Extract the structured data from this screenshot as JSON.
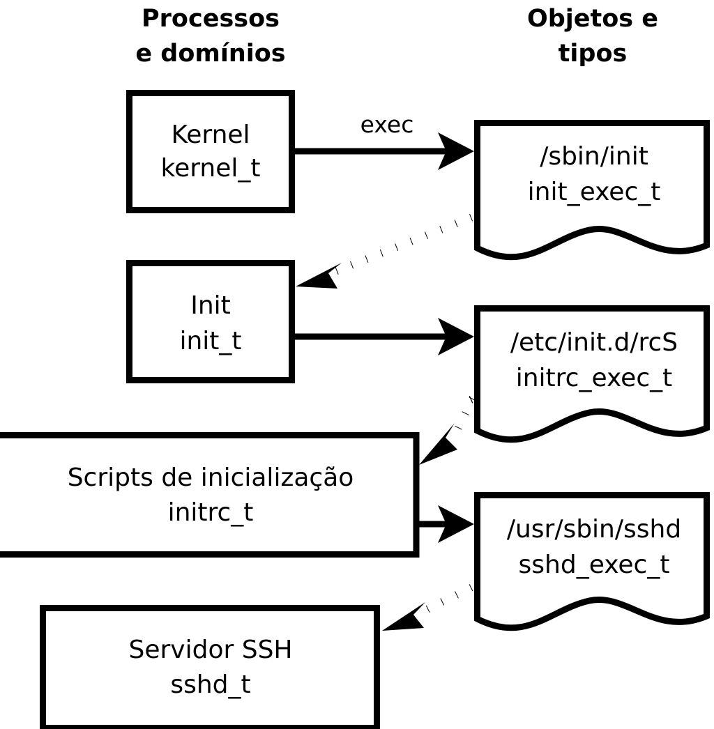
{
  "diagram": {
    "title": "SELinux process domain and object type transitions",
    "background_color": "#ffffff",
    "stroke_color": "#000000",
    "headers": {
      "left_line1": "Processos",
      "left_line2": "e domínios",
      "right_line1": "Objetos e",
      "right_line2": "tipos"
    },
    "processes": [
      {
        "id": "kernel",
        "name": "Kernel",
        "type": "kernel_t"
      },
      {
        "id": "init",
        "name": "Init",
        "type": "init_t"
      },
      {
        "id": "initrc",
        "name": "Scripts de inicialização",
        "type": "initrc_t"
      },
      {
        "id": "sshd",
        "name": "Servidor SSH",
        "type": "sshd_t"
      }
    ],
    "objects": [
      {
        "id": "init_exec",
        "path": "/sbin/init",
        "type": "init_exec_t"
      },
      {
        "id": "initrc_exec",
        "path": "/etc/init.d/rcS",
        "type": "initrc_exec_t"
      },
      {
        "id": "sshd_exec",
        "path": "/usr/sbin/sshd",
        "type": "sshd_exec_t"
      }
    ],
    "edges": [
      {
        "from": "kernel",
        "to": "init_exec",
        "style": "solid",
        "label": "exec"
      },
      {
        "from": "init_exec",
        "to": "init",
        "style": "dotted",
        "label": ""
      },
      {
        "from": "init",
        "to": "initrc_exec",
        "style": "solid",
        "label": ""
      },
      {
        "from": "initrc_exec",
        "to": "initrc",
        "style": "dotted",
        "label": ""
      },
      {
        "from": "initrc",
        "to": "sshd_exec",
        "style": "solid",
        "label": ""
      },
      {
        "from": "sshd_exec",
        "to": "sshd",
        "style": "dotted",
        "label": ""
      }
    ]
  }
}
